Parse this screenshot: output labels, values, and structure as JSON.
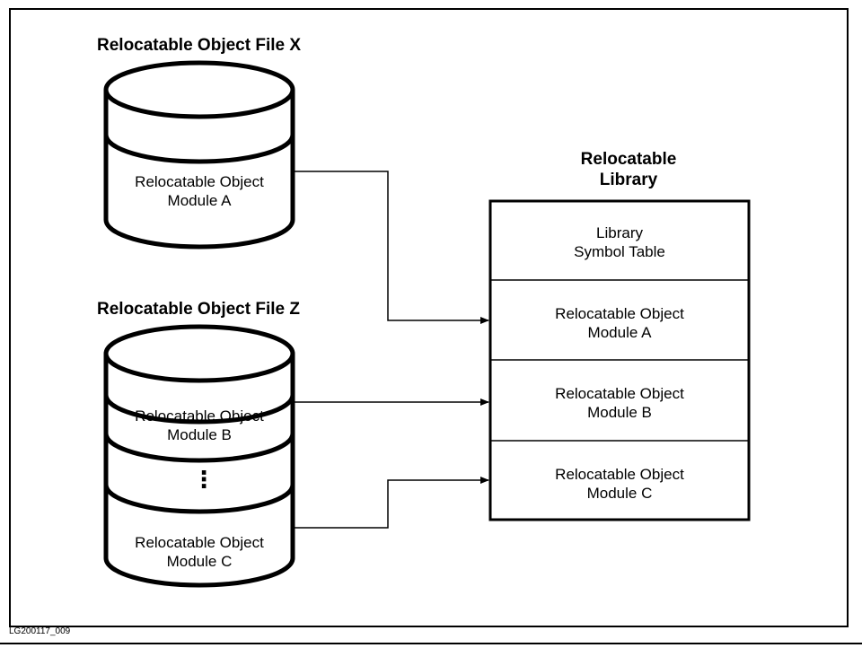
{
  "file_x": {
    "title": "Relocatable Object File X",
    "module_a": "Relocatable Object\nModule A"
  },
  "file_z": {
    "title": "Relocatable Object File Z",
    "module_b": "Relocatable Object\nModule B",
    "ellipsis": "⋮",
    "module_c": "Relocatable Object\nModule C"
  },
  "library": {
    "title": "Relocatable\nLibrary",
    "symbol_table": "Library\nSymbol Table",
    "module_a": "Relocatable Object\nModule A",
    "module_b": "Relocatable Object\nModule B",
    "module_c": "Relocatable Object\nModule C"
  },
  "figure_id": "LG200117_009"
}
